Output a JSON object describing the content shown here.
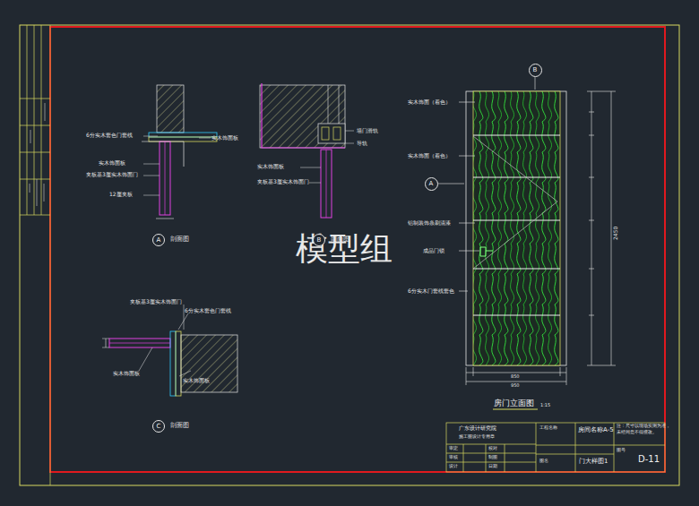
{
  "diagram": {
    "nodes": [
      {
        "text": [
          "B"
        ]
      },
      {
        "text": [
          "A"
        ]
      },
      {
        "text": [
          "A"
        ]
      },
      {
        "text": [
          "B"
        ]
      },
      {
        "text": [
          "C"
        ]
      }
    ],
    "labels": [
      "6分实木套色门套线",
      "实木饰面板",
      "实木饰面板",
      "夹板基3厘实木饰面门",
      "12厘夹板",
      "剖面图",
      "墙门滑轨",
      "导轨",
      "实木饰面板",
      "夹板基3厘实木饰面门",
      "剖面图",
      "夹板基3厘实木饰面门",
      "6分实木套色门套线",
      "实木饰面板",
      "实木饰面板",
      "剖面图",
      "实木饰面（着色）",
      "实木饰面（着色）",
      "铝制装饰条刷清漆",
      "成品门锁",
      "6分实木门套线套色",
      "2450",
      "950",
      "850",
      "房门立面图",
      "1:15",
      "广东设计研究院",
      "施工图设计专用章",
      "工程名称",
      "房间名称A-5",
      "注：尺寸以现场实测为准，",
      "未经同意不得擅改。",
      "图名",
      "门大样图1",
      "图号",
      "D-11",
      "审定",
      "审核",
      "设计",
      "校对",
      "制图",
      "日期",
      "模型组"
    ]
  }
}
